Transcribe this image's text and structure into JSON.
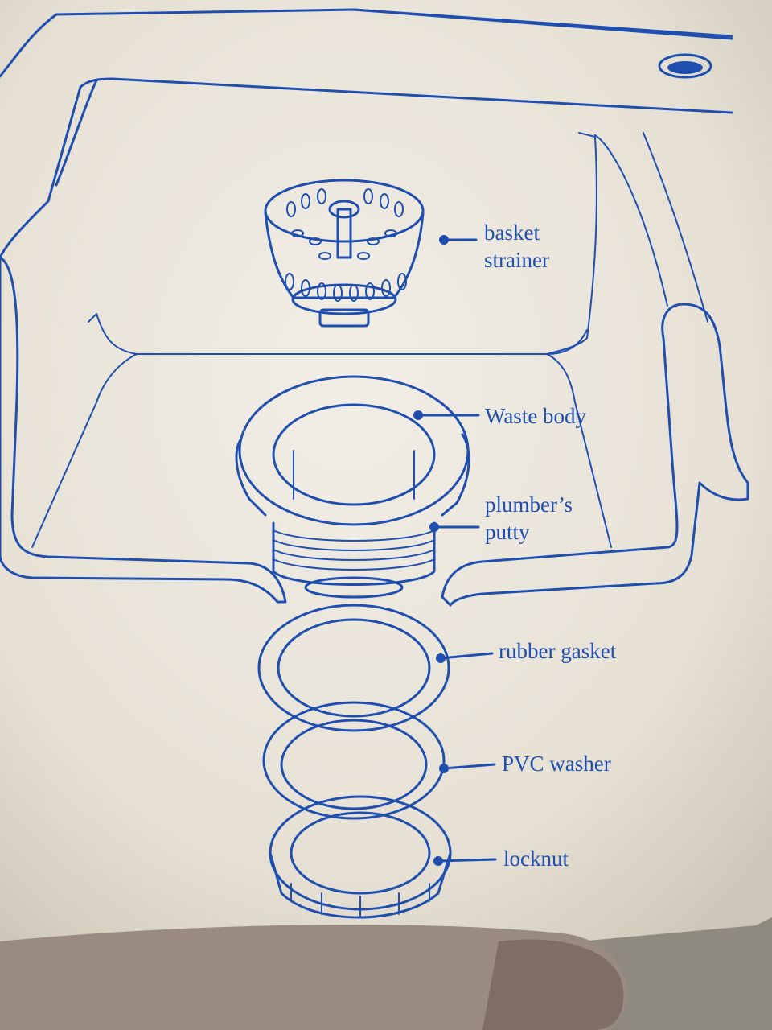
{
  "diagram": {
    "labels": [
      {
        "id": "basket-strainer",
        "lines": [
          "basket",
          "strainer"
        ]
      },
      {
        "id": "waste-body",
        "lines": [
          "Waste body"
        ]
      },
      {
        "id": "plumbers-putty",
        "lines": [
          "plumber’s",
          "putty"
        ]
      },
      {
        "id": "rubber-gasket",
        "lines": [
          "rubber gasket"
        ]
      },
      {
        "id": "pvc-washer",
        "lines": [
          "PVC washer"
        ]
      },
      {
        "id": "locknut",
        "lines": [
          "locknut"
        ]
      }
    ]
  },
  "colors": {
    "ink": "#1f4fae",
    "paper": "#ece7dc",
    "background": "#8f8a80"
  }
}
